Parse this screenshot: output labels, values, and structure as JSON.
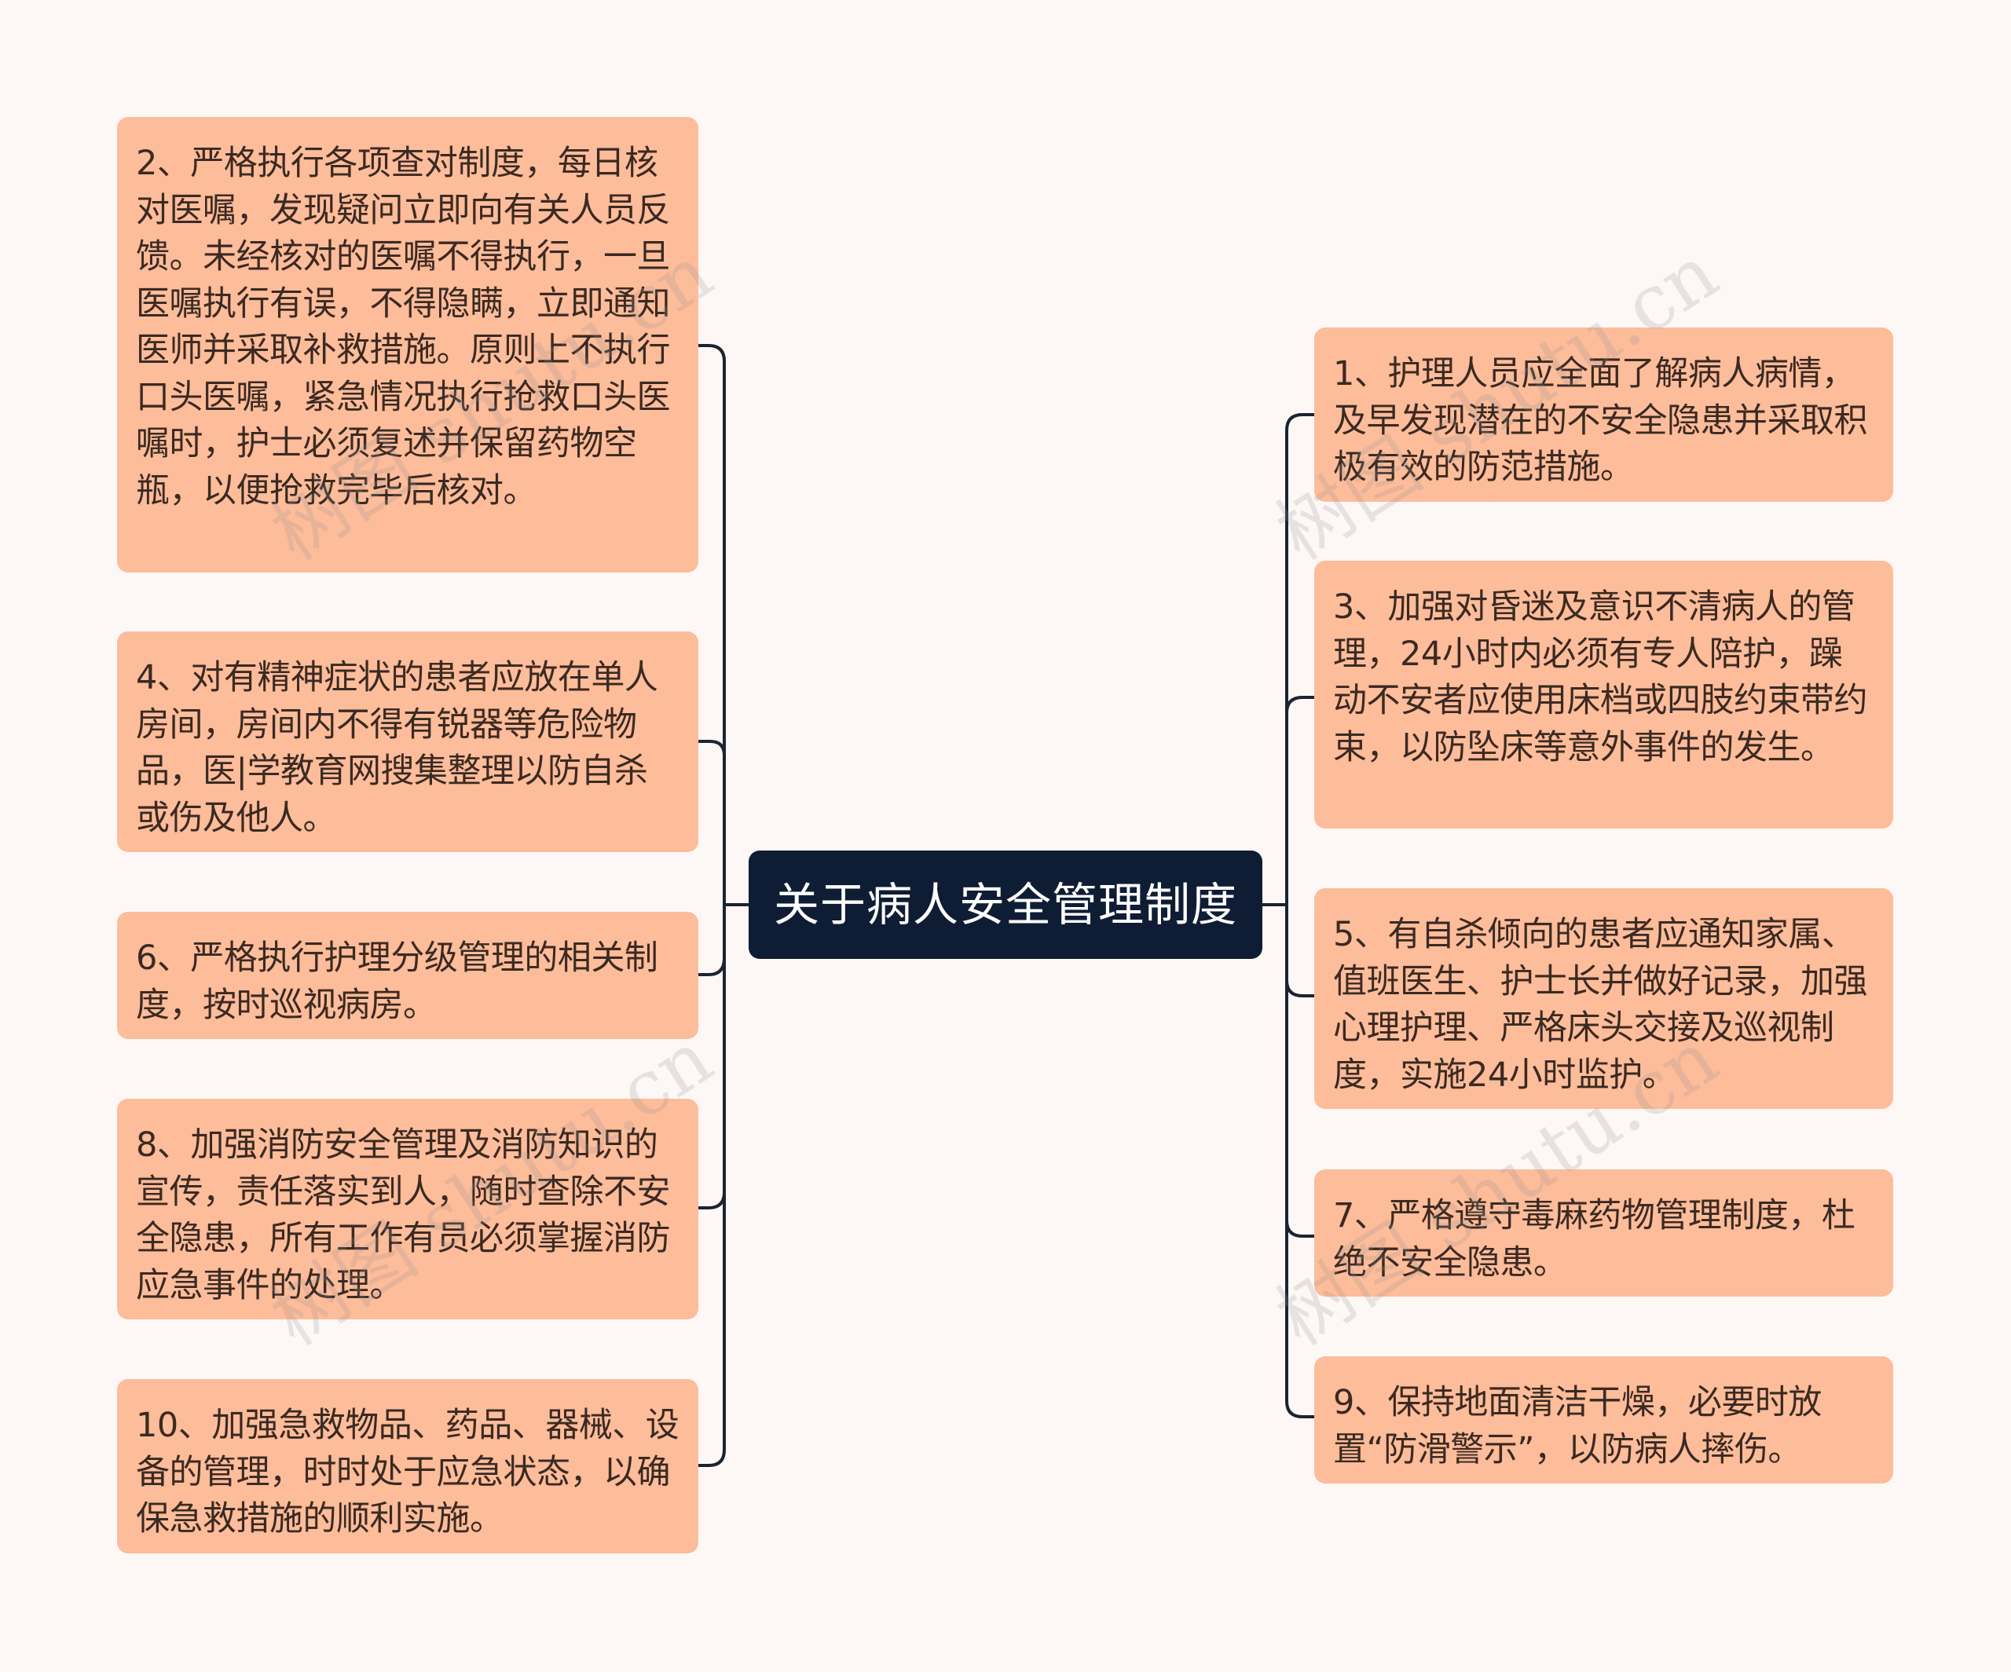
{
  "center": {
    "label": "关于病人安全管理制度"
  },
  "left_nodes": [
    {
      "text": "2、严格执行各项查对制度，每日核对医嘱，发现疑问立即向有关人员反馈。未经核对的医嘱不得执行，一旦医嘱执行有误，不得隐瞒，立即通知医师并采取补救措施。原则上不执行口头医嘱，紧急情况执行抢救口头医嘱时，护士必须复述并保留药物空瓶，以便抢救完毕后核对。"
    },
    {
      "text": "4、对有精神症状的患者应放在单人房间，房间内不得有锐器等危险物品，医|学教育网搜集整理以防自杀或伤及他人。"
    },
    {
      "text": "6、严格执行护理分级管理的相关制度，按时巡视病房。"
    },
    {
      "text": "8、加强消防安全管理及消防知识的宣传，责任落实到人，随时查除不安全隐患，所有工作有员必须掌握消防应急事件的处理。"
    },
    {
      "text": "10、加强急救物品、药品、器械、设备的管理，时时处于应急状态，以确保急救措施的顺利实施。"
    }
  ],
  "right_nodes": [
    {
      "text": "1、护理人员应全面了解病人病情，及早发现潜在的不安全隐患并采取积极有效的防范措施。"
    },
    {
      "text": "3、加强对昏迷及意识不清病人的管理，24小时内必须有专人陪护，躁动不安者应使用床档或四肢约束带约束，以防坠床等意外事件的发生。"
    },
    {
      "text": "5、有自杀倾向的患者应通知家属、值班医生、护士长并做好记录，加强心理护理、严格床头交接及巡视制度，实施24小时监护。"
    },
    {
      "text": "7、严格遵守毒麻药物管理制度，杜绝不安全隐患。"
    },
    {
      "text": "9、保持地面清洁干燥，必要时放置“防滑警示”，以防病人摔伤。"
    }
  ],
  "watermark": {
    "text": "树图 shutu.cn"
  },
  "colors": {
    "node_fill": "#fdbc9a",
    "center_fill": "#0f1d34",
    "connector": "#1b2433",
    "background": "#fdf8f6"
  }
}
